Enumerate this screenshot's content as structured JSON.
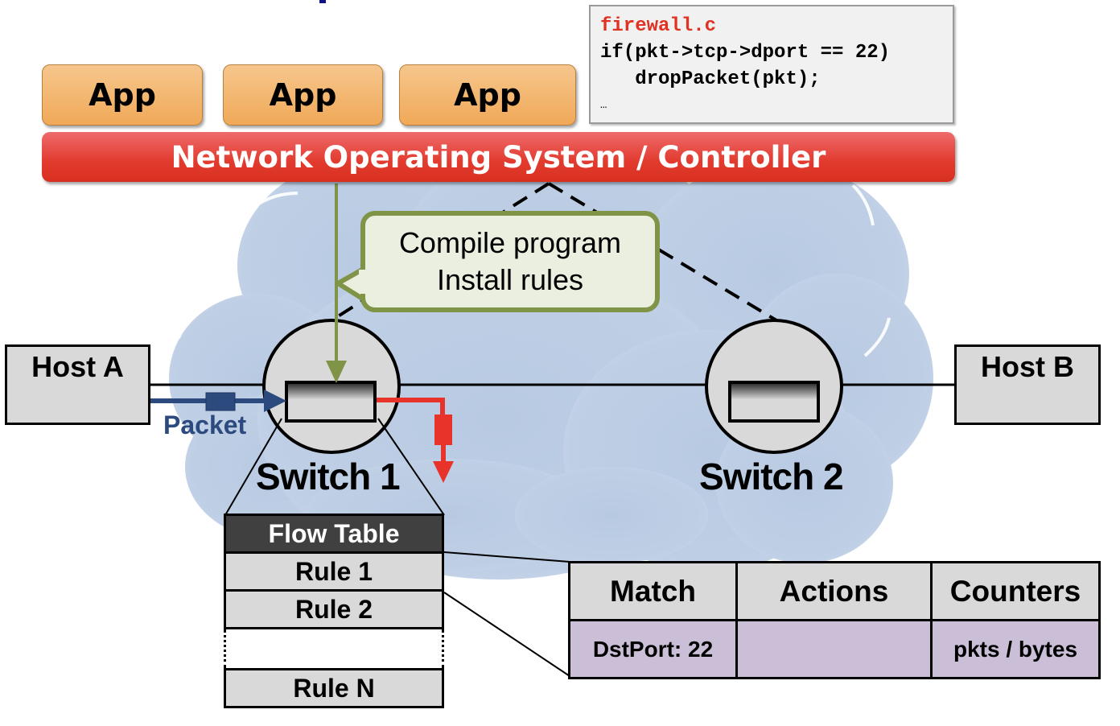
{
  "apps": [
    {
      "label": "App"
    },
    {
      "label": "App"
    },
    {
      "label": "App"
    }
  ],
  "controller": {
    "label": "Network Operating System / Controller"
  },
  "code": {
    "filename": "firewall.c",
    "lines": [
      "if(pkt->tcp->dport == 22)",
      "   dropPacket(pkt);"
    ],
    "ellipsis": "…"
  },
  "callout": {
    "line1": "Compile program",
    "line2": "Install rules"
  },
  "hosts": {
    "a": "Host A",
    "b": "Host B"
  },
  "switches": {
    "s1": "Switch 1",
    "s2": "Switch 2"
  },
  "packet": {
    "label": "Packet"
  },
  "flow_table": {
    "title": "Flow Table",
    "rules": [
      "Rule 1",
      "Rule 2",
      "Rule N"
    ]
  },
  "rule_table": {
    "headers": [
      "Match",
      "Actions",
      "Counters"
    ],
    "row": [
      "DstPort: 22",
      "",
      "pkts / bytes"
    ]
  },
  "colors": {
    "cloud": "#bccde4",
    "app": "#f0a958",
    "controller": "#e23a2e",
    "callout_border": "#7f9446",
    "packet": "#2c4a7e",
    "drop": "#e8332a",
    "match_row": "#cbbfd8"
  }
}
